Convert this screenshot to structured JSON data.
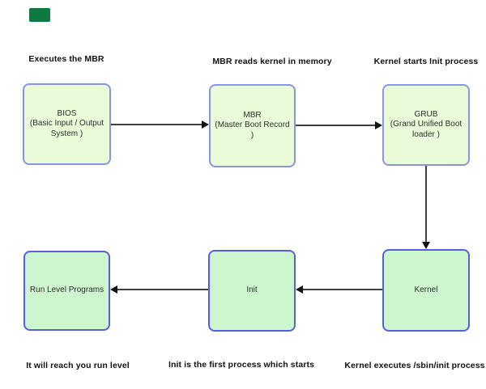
{
  "diagram": {
    "type": "flowchart",
    "captions": [
      {
        "id": "bios-caption",
        "text": "Executes the MBR"
      },
      {
        "id": "mbr-caption",
        "text": "MBR reads kernel in memory"
      },
      {
        "id": "grub-caption",
        "text": "Kernel starts Init process"
      },
      {
        "id": "runlevel-caption",
        "text": "It will reach you run level"
      },
      {
        "id": "init-caption",
        "text": "Init is the first process which starts"
      },
      {
        "id": "kernel-caption",
        "text": "Kernel executes /sbin/init process"
      }
    ],
    "nodes": [
      {
        "id": "bios",
        "text": "BIOS\n(Basic Input / Output\nSystem )",
        "fill": "#e9fbd9"
      },
      {
        "id": "mbr",
        "text": "MBR\n(Master Boot Record )",
        "fill": "#e9fbd9"
      },
      {
        "id": "grub",
        "text": "GRUB\n(Grand Unified Boot\nloader )",
        "fill": "#e9fbd9"
      },
      {
        "id": "kernel",
        "text": "Kernel",
        "fill": "#cdf6cf"
      },
      {
        "id": "init",
        "text": "Init",
        "fill": "#cdf6cf"
      },
      {
        "id": "run-level-programs",
        "text": "Run Level Programs",
        "fill": "#cdf6cf"
      }
    ],
    "edges": [
      {
        "from": "bios",
        "to": "mbr",
        "direction": "right"
      },
      {
        "from": "mbr",
        "to": "grub",
        "direction": "right"
      },
      {
        "from": "grub",
        "to": "kernel",
        "direction": "down"
      },
      {
        "from": "kernel",
        "to": "init",
        "direction": "left"
      },
      {
        "from": "init",
        "to": "run-level-programs",
        "direction": "left"
      }
    ],
    "colors": {
      "top_row_fill": "#e9fbd9",
      "bottom_row_fill": "#cdf6cf",
      "box_border": "#6b76e2",
      "arrow": "#3f3f3f",
      "corner_marker": "#0e7a41",
      "background": "#ffffff"
    }
  }
}
